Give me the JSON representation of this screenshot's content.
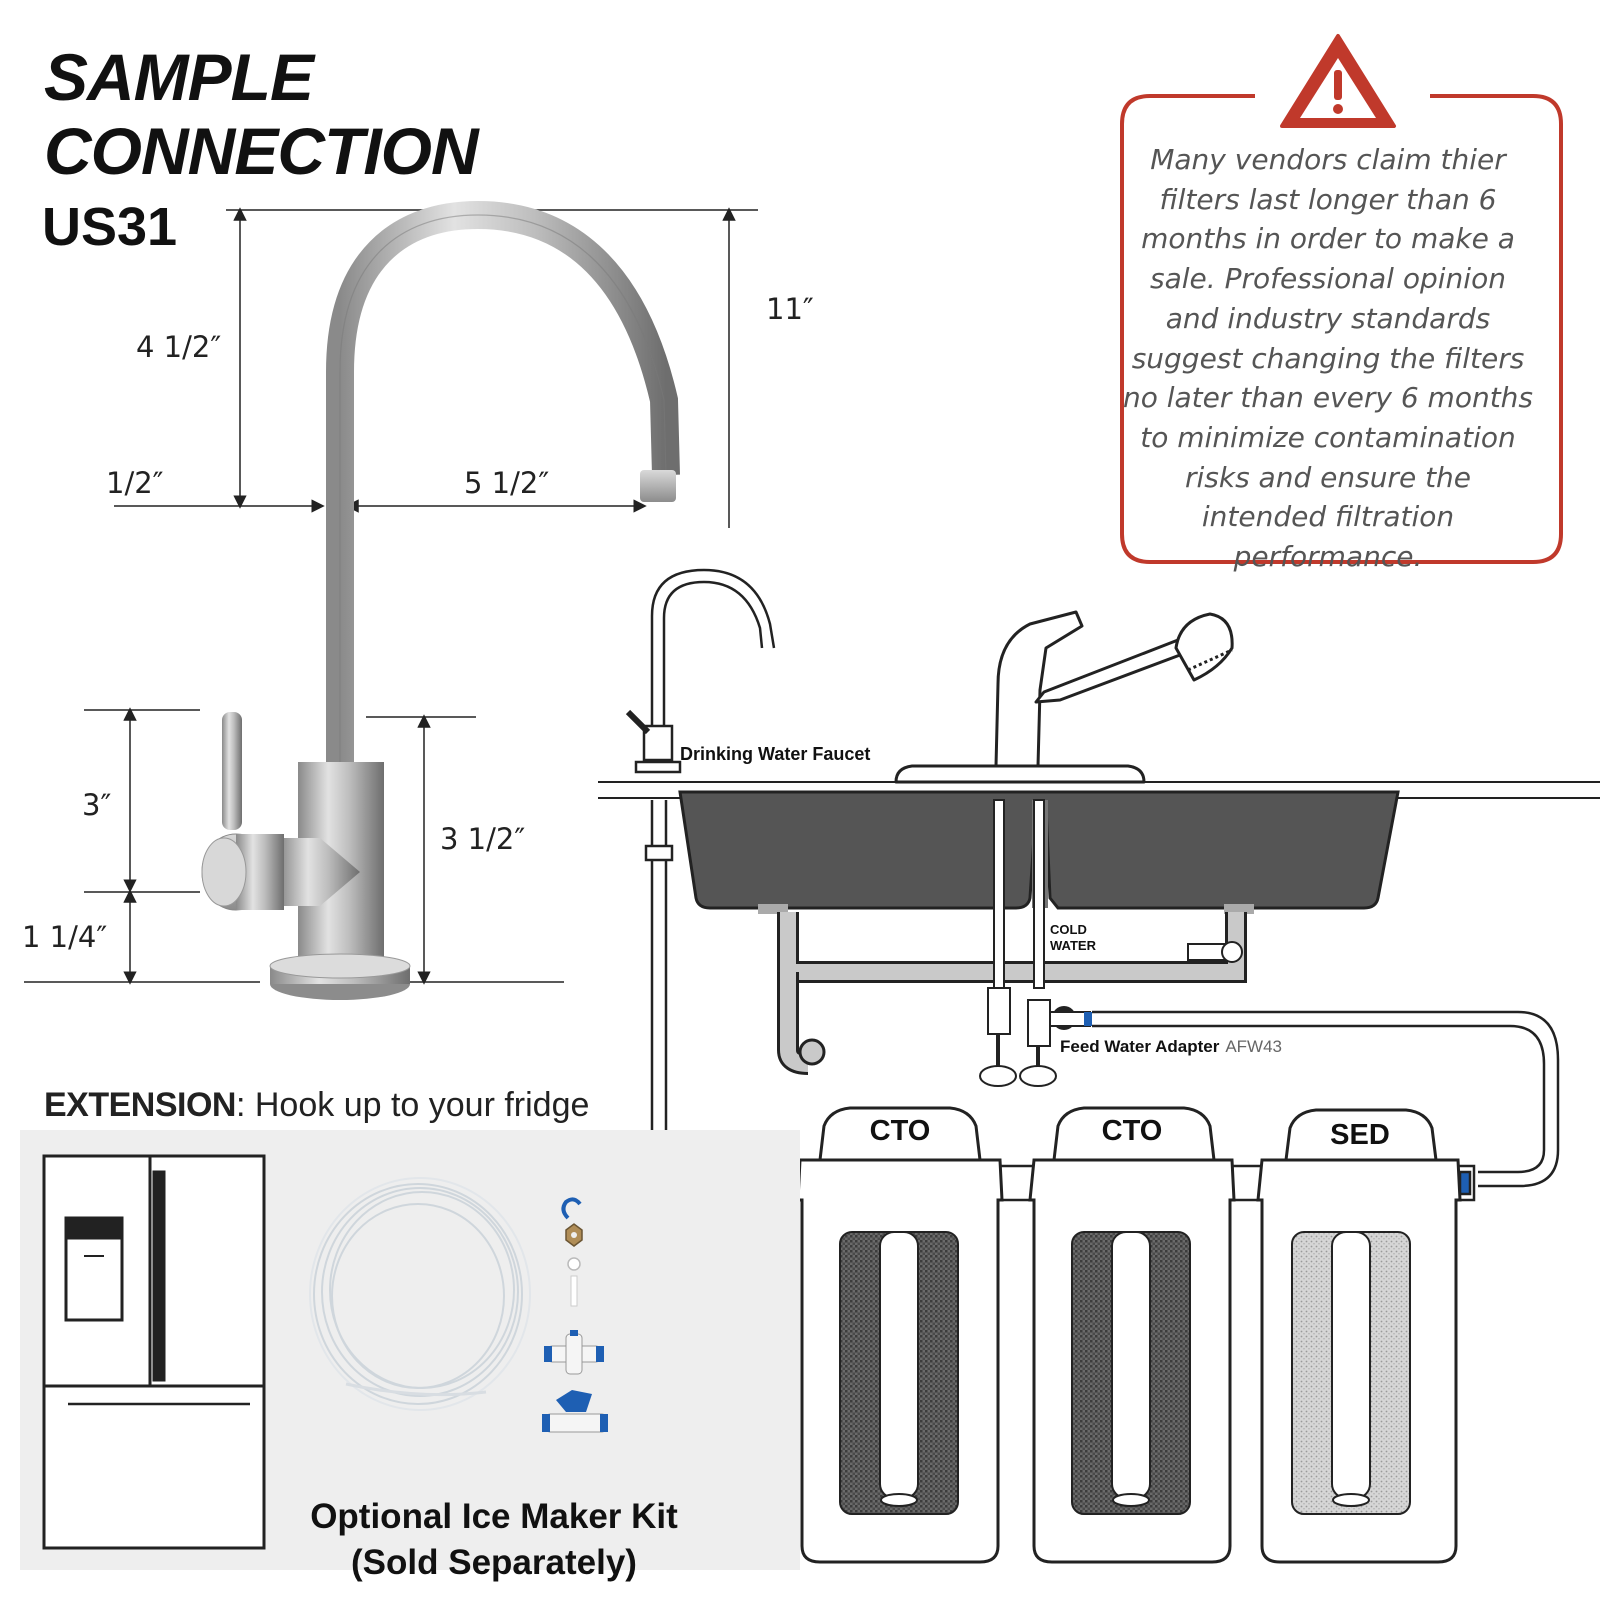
{
  "title": {
    "line1": "SAMPLE",
    "line2": "CONNECTION",
    "model": "US31"
  },
  "warning": {
    "text": "Many vendors claim thier filters last longer than 6 months in order to make a sale. Professional opinion and industry standards suggest changing the filters no later than every 6 months to minimize contamination risks and ensure the intended filtration performance.",
    "icon": "warning-triangle-icon",
    "border_color": "#c0392b"
  },
  "dimensions": {
    "spout_height": "4 1/2″",
    "total_height": "11″",
    "pipe_width": "1/2″",
    "spout_reach": "5 1/2″",
    "handle_height": "3″",
    "body_height": "3 1/2″",
    "base_height": "1 1/4″"
  },
  "diagram_labels": {
    "drinking_faucet": "Drinking Water Faucet",
    "cold_water": "COLD\nWATER",
    "feed_adapter": "Feed Water Adapter",
    "feed_adapter_model": "AFW43",
    "filters": [
      "CTO",
      "CTO",
      "SED"
    ]
  },
  "extension": {
    "label_bold": "EXTENSION",
    "label_rest": ": Hook up to your fridge",
    "kit_line1": "Optional Ice Maker Kit",
    "kit_line2": "(Sold Separately)"
  },
  "colors": {
    "accent_blue": "#1e5fb3",
    "warning_red": "#c0392b",
    "sink_gray": "#555555",
    "panel_gray": "#eeeeee"
  }
}
